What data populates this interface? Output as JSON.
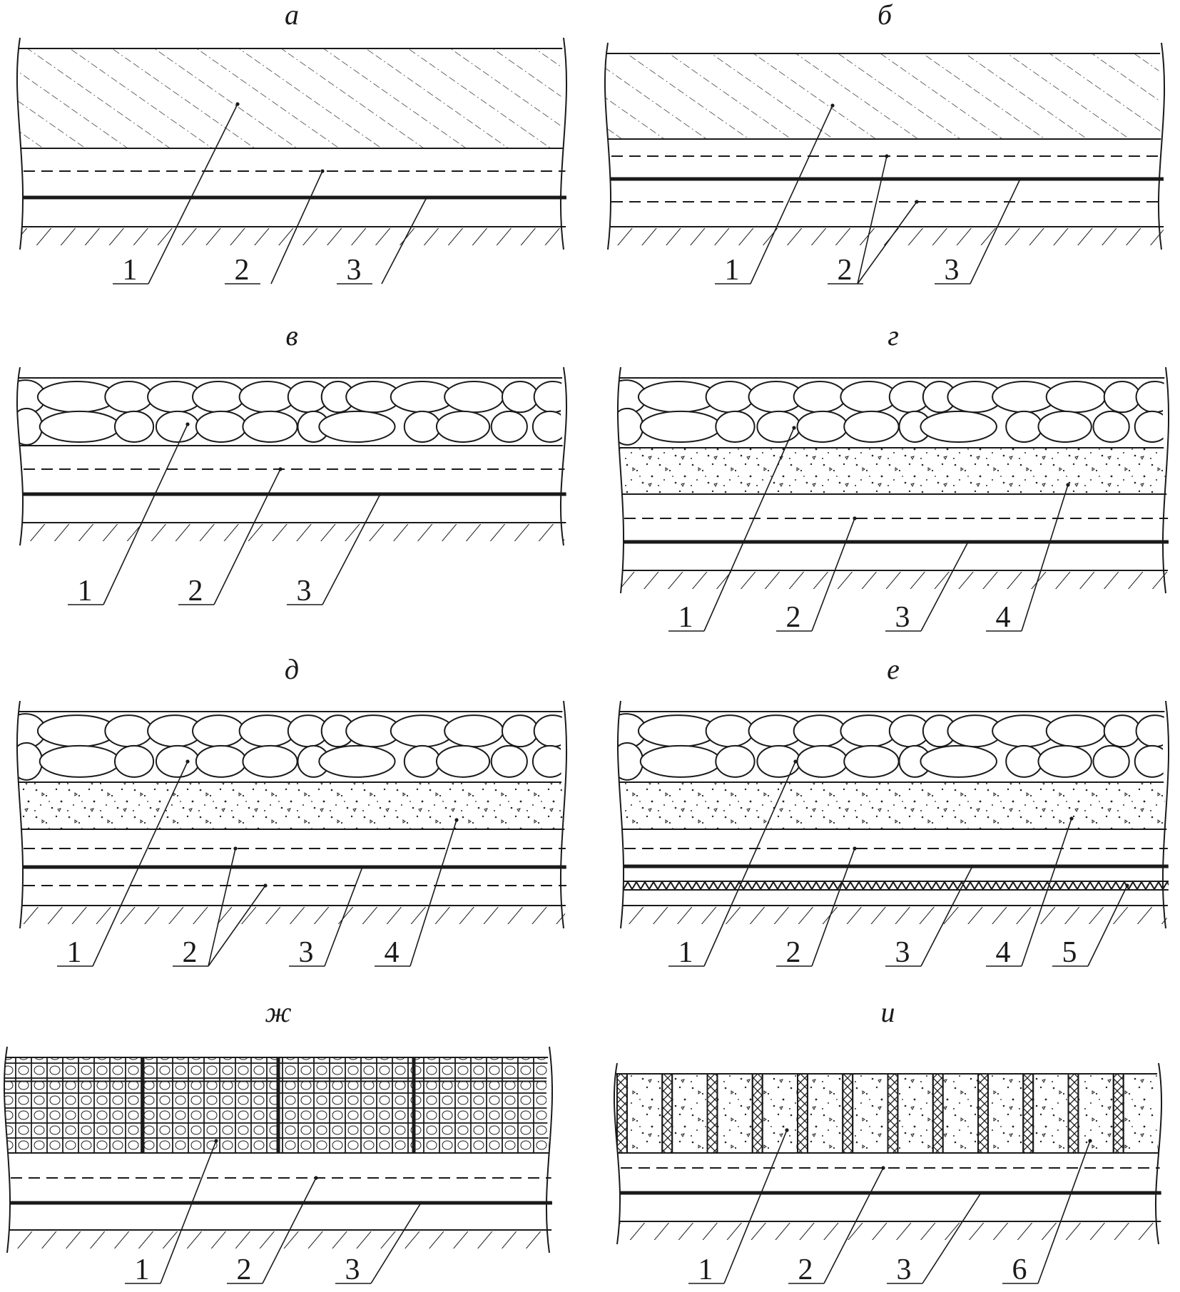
{
  "figure": {
    "panels": [
      {
        "id": "a",
        "title": "а",
        "top": "soil",
        "labels": [
          "1",
          "2",
          "3"
        ]
      },
      {
        "id": "b",
        "title": "б",
        "top": "soil",
        "labels": [
          "1",
          "2",
          "3"
        ]
      },
      {
        "id": "v",
        "title": "в",
        "top": "stones",
        "labels": [
          "1",
          "2",
          "3"
        ]
      },
      {
        "id": "g",
        "title": "г",
        "top": "stones+sand",
        "labels": [
          "1",
          "2",
          "3",
          "4"
        ]
      },
      {
        "id": "d",
        "title": "д",
        "top": "stones+sand",
        "labels": [
          "1",
          "2",
          "3",
          "4"
        ]
      },
      {
        "id": "e",
        "title": "е",
        "top": "stones+sand",
        "labels": [
          "1",
          "2",
          "3",
          "4",
          "5"
        ]
      },
      {
        "id": "zh",
        "title": "ж",
        "top": "gabion",
        "labels": [
          "1",
          "2",
          "3"
        ]
      },
      {
        "id": "i",
        "title": "и",
        "top": "cells",
        "labels": [
          "1",
          "2",
          "3",
          "6"
        ]
      }
    ]
  }
}
